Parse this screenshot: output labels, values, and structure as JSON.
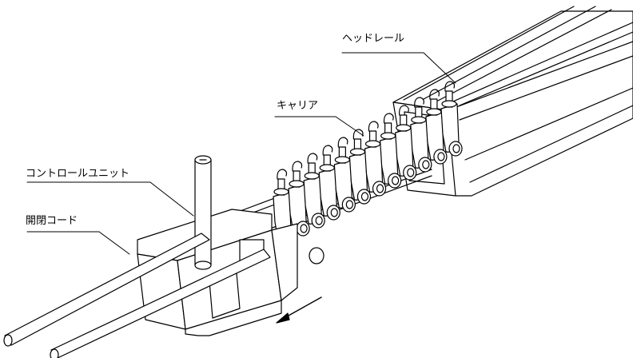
{
  "labels": {
    "head_rail": "ヘッドレール",
    "carrier": "キャリア",
    "control_unit": "コントロールユニット",
    "open_close_cord": "開閉コード"
  },
  "colors": {
    "line": "#000000",
    "fill": "#ffffff"
  }
}
